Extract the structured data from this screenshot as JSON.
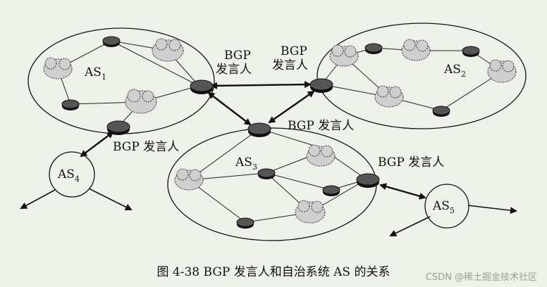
{
  "as_systems": [
    {
      "id": "AS1",
      "label": "AS",
      "sub": "1"
    },
    {
      "id": "AS2",
      "label": "AS",
      "sub": "2"
    },
    {
      "id": "AS3",
      "label": "AS",
      "sub": "3"
    },
    {
      "id": "AS4",
      "label": "AS",
      "sub": "4"
    },
    {
      "id": "AS5",
      "label": "AS",
      "sub": "5"
    }
  ],
  "speaker_labels": {
    "as1_right": [
      "BGP",
      "发言人"
    ],
    "as2_left": [
      "BGP",
      "发言人"
    ],
    "as3_top": "BGP 发言人",
    "as1_bottom": "BGP 发言人",
    "as3_right": "BGP 发言人"
  },
  "caption": "图 4-38    BGP 发言人和自治系统 AS 的关系",
  "watermark": "CSDN @稀土掘金技术社区"
}
